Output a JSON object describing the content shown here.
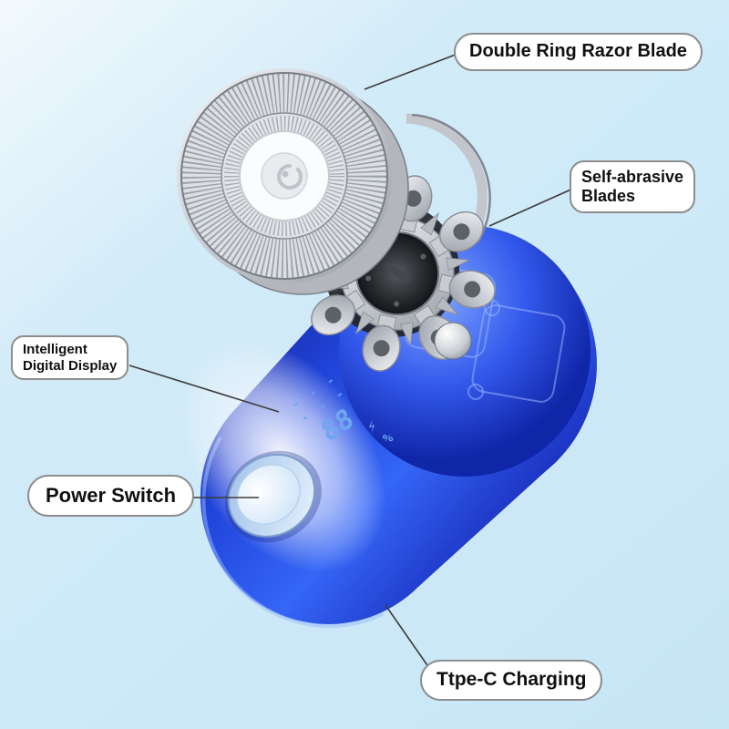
{
  "background": {
    "color_main": "#c7e6f6",
    "color_highlight": "#f2f9fd"
  },
  "callouts": {
    "double_ring": {
      "line1": "Double Ring Razor Blade"
    },
    "self_abrasive": {
      "line1": "Self-abrasive",
      "line2": "Blades"
    },
    "digital_display": {
      "line1": "Intelligent",
      "line2": "Digital Display"
    },
    "power_switch": {
      "line1": "Power Switch"
    },
    "type_c": {
      "line1": "Ttpe-C Charging"
    }
  },
  "display": {
    "dashes": "- - -",
    "digits": "88",
    "bolt_icon": "⚡",
    "percent": "%"
  },
  "colors": {
    "body_blue": "#2145db",
    "body_dark": "#0a1272",
    "dome_blue": "#3359ec",
    "chrome": "#c6cad1",
    "callout_border": "#8d8d8d"
  }
}
